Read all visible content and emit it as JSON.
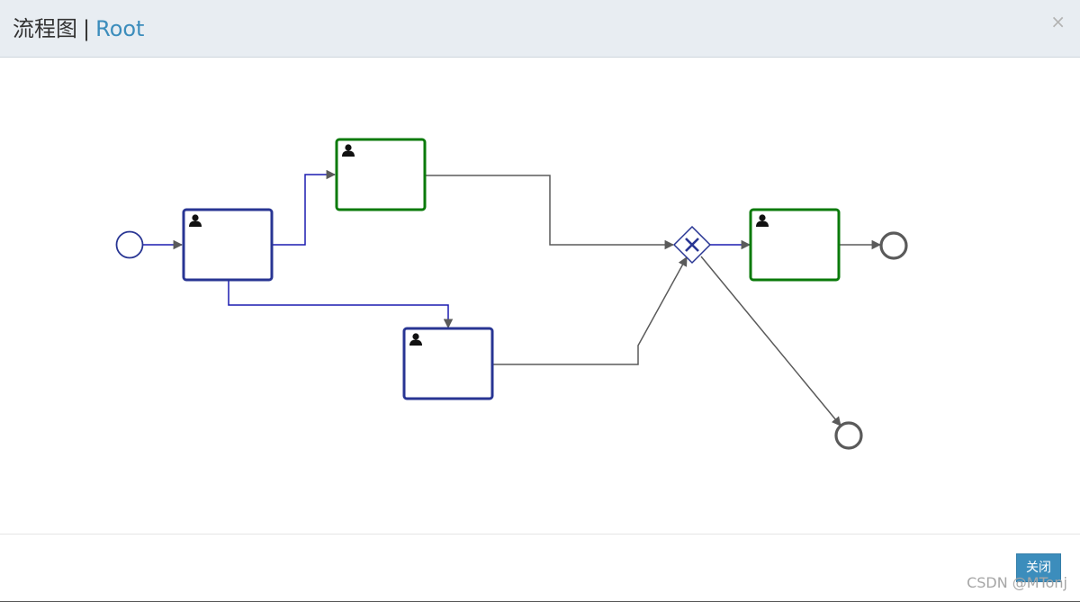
{
  "header": {
    "title": "流程图",
    "separator": "|",
    "process_name": "Root",
    "close_symbol": "×"
  },
  "diagram": {
    "colors": {
      "active": "#283593",
      "completed": "#0a7a0a",
      "flow_done": "#1b1bb0",
      "flow_default": "#5a5a5a",
      "end_event": "#5a5a5a"
    },
    "nodes": [
      {
        "id": "start-event",
        "kind": "start-event",
        "state": "active"
      },
      {
        "id": "user-task-1",
        "kind": "user-task",
        "state": "active"
      },
      {
        "id": "user-task-2",
        "kind": "user-task",
        "state": "completed"
      },
      {
        "id": "user-task-3",
        "kind": "user-task",
        "state": "active"
      },
      {
        "id": "exclusive-gateway",
        "kind": "exclusive-gateway",
        "state": "active"
      },
      {
        "id": "user-task-4",
        "kind": "user-task",
        "state": "completed"
      },
      {
        "id": "end-event-1",
        "kind": "end-event",
        "state": "pending"
      },
      {
        "id": "end-event-2",
        "kind": "end-event",
        "state": "pending"
      }
    ],
    "flows": [
      {
        "from": "start-event",
        "to": "user-task-1",
        "state": "done"
      },
      {
        "from": "user-task-1",
        "to": "user-task-2",
        "state": "done"
      },
      {
        "from": "user-task-1",
        "to": "user-task-3",
        "state": "done"
      },
      {
        "from": "user-task-2",
        "to": "exclusive-gateway",
        "state": "default"
      },
      {
        "from": "user-task-3",
        "to": "exclusive-gateway",
        "state": "default"
      },
      {
        "from": "exclusive-gateway",
        "to": "user-task-4",
        "state": "done"
      },
      {
        "from": "user-task-4",
        "to": "end-event-1",
        "state": "default"
      },
      {
        "from": "exclusive-gateway",
        "to": "end-event-2",
        "state": "default"
      }
    ]
  },
  "footer": {
    "close_label": "关闭",
    "watermark": "CSDN @MTonj"
  }
}
